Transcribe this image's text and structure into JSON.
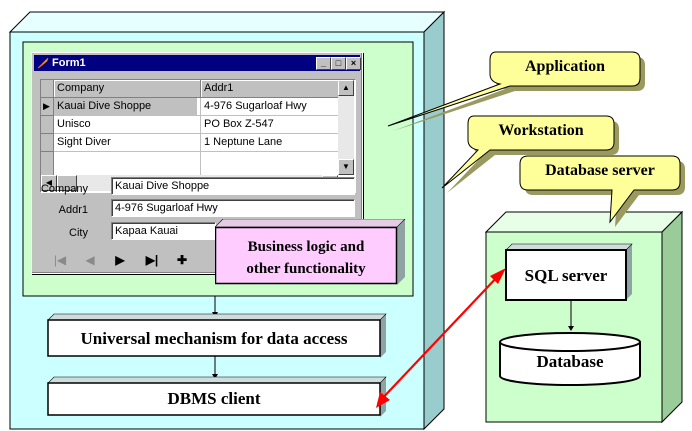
{
  "form": {
    "title": "Form1",
    "minimize_glyph": "_",
    "maximize_glyph": "□",
    "close_glyph": "×",
    "grid": {
      "columns": [
        "Company",
        "Addr1"
      ],
      "rows": [
        [
          "Kauai Dive Shoppe",
          "4-976 Sugarloaf Hwy"
        ],
        [
          "Unisco",
          "PO Box Z-547"
        ],
        [
          "Sight Diver",
          "1 Neptune Lane"
        ]
      ],
      "current_row_marker": "▶"
    },
    "fields": {
      "company_label": "Company",
      "company_value": "Kauai Dive Shoppe",
      "addr1_label": "Addr1",
      "addr1_value": "4-976 Sugarloaf Hwy",
      "city_label": "City",
      "city_value": "Kapaa Kauai"
    },
    "navigator": {
      "first": "|◀",
      "prior": "◀",
      "next": "▶",
      "last": "▶|",
      "insert": "✚"
    }
  },
  "diagram": {
    "callouts": {
      "application": "Application",
      "workstation": "Workstation",
      "database_server": "Database server"
    },
    "business_logic": [
      "Business logic and",
      "other functionality"
    ],
    "universal_mechanism": "Universal  mechanism for data access",
    "dbms_client": "DBMS client",
    "sql_server": "SQL server",
    "database": "Database"
  },
  "colors": {
    "workstation_fill": "#ccffff",
    "application_fill": "#ccffcc",
    "server_fill": "#ccffcc",
    "callout_fill": "#ffff99",
    "business_logic_fill": "#ffccff",
    "box_fill": "#ffffff",
    "shadow": "#8fa3a3",
    "link_arrow": "#ff0000"
  }
}
